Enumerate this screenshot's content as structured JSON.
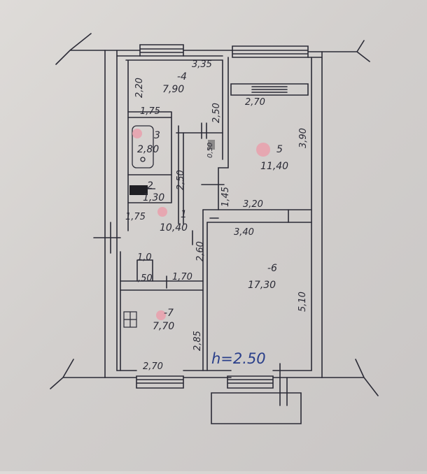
{
  "rooms": [
    {
      "id": "4",
      "label": "-4",
      "area": "7,90"
    },
    {
      "id": "3",
      "label": "3",
      "area": "2,80"
    },
    {
      "id": "2",
      "label": "2",
      "area": "1,30"
    },
    {
      "id": "1",
      "label": "1",
      "area": "10,40"
    },
    {
      "id": "5",
      "label": "5",
      "area": "11,40"
    },
    {
      "id": "6",
      "label": "-6",
      "area": "17,30"
    },
    {
      "id": "7",
      "label": "-7",
      "area": "7,70"
    }
  ],
  "dimensions": {
    "top_4": "3,35",
    "side_4_left": "2,20",
    "side_4_right": "2,50",
    "corridor_175_top": "1,75",
    "side_3": "2,50",
    "corridor_175_mid": "1,75",
    "room5_width": "2,70",
    "room5_height": "3,90",
    "partition_145": "1,45",
    "room5_bottom": "3,20",
    "room6_top": "3,40",
    "room6_height": "5,10",
    "closet_w": "1,0",
    "closet_h": ",50",
    "corr_170": "1,70",
    "room1_side": "2,60",
    "room7_side": "2,85",
    "room7_bottom": "2,70",
    "small_mark": "0,50"
  },
  "ceiling_height": "h=2.50",
  "colors": {
    "ink": "#2b2b36",
    "blue_ink": "#2a3f8a",
    "pink_dot": "#e8a2ae",
    "paper": "#d6d3d1"
  }
}
